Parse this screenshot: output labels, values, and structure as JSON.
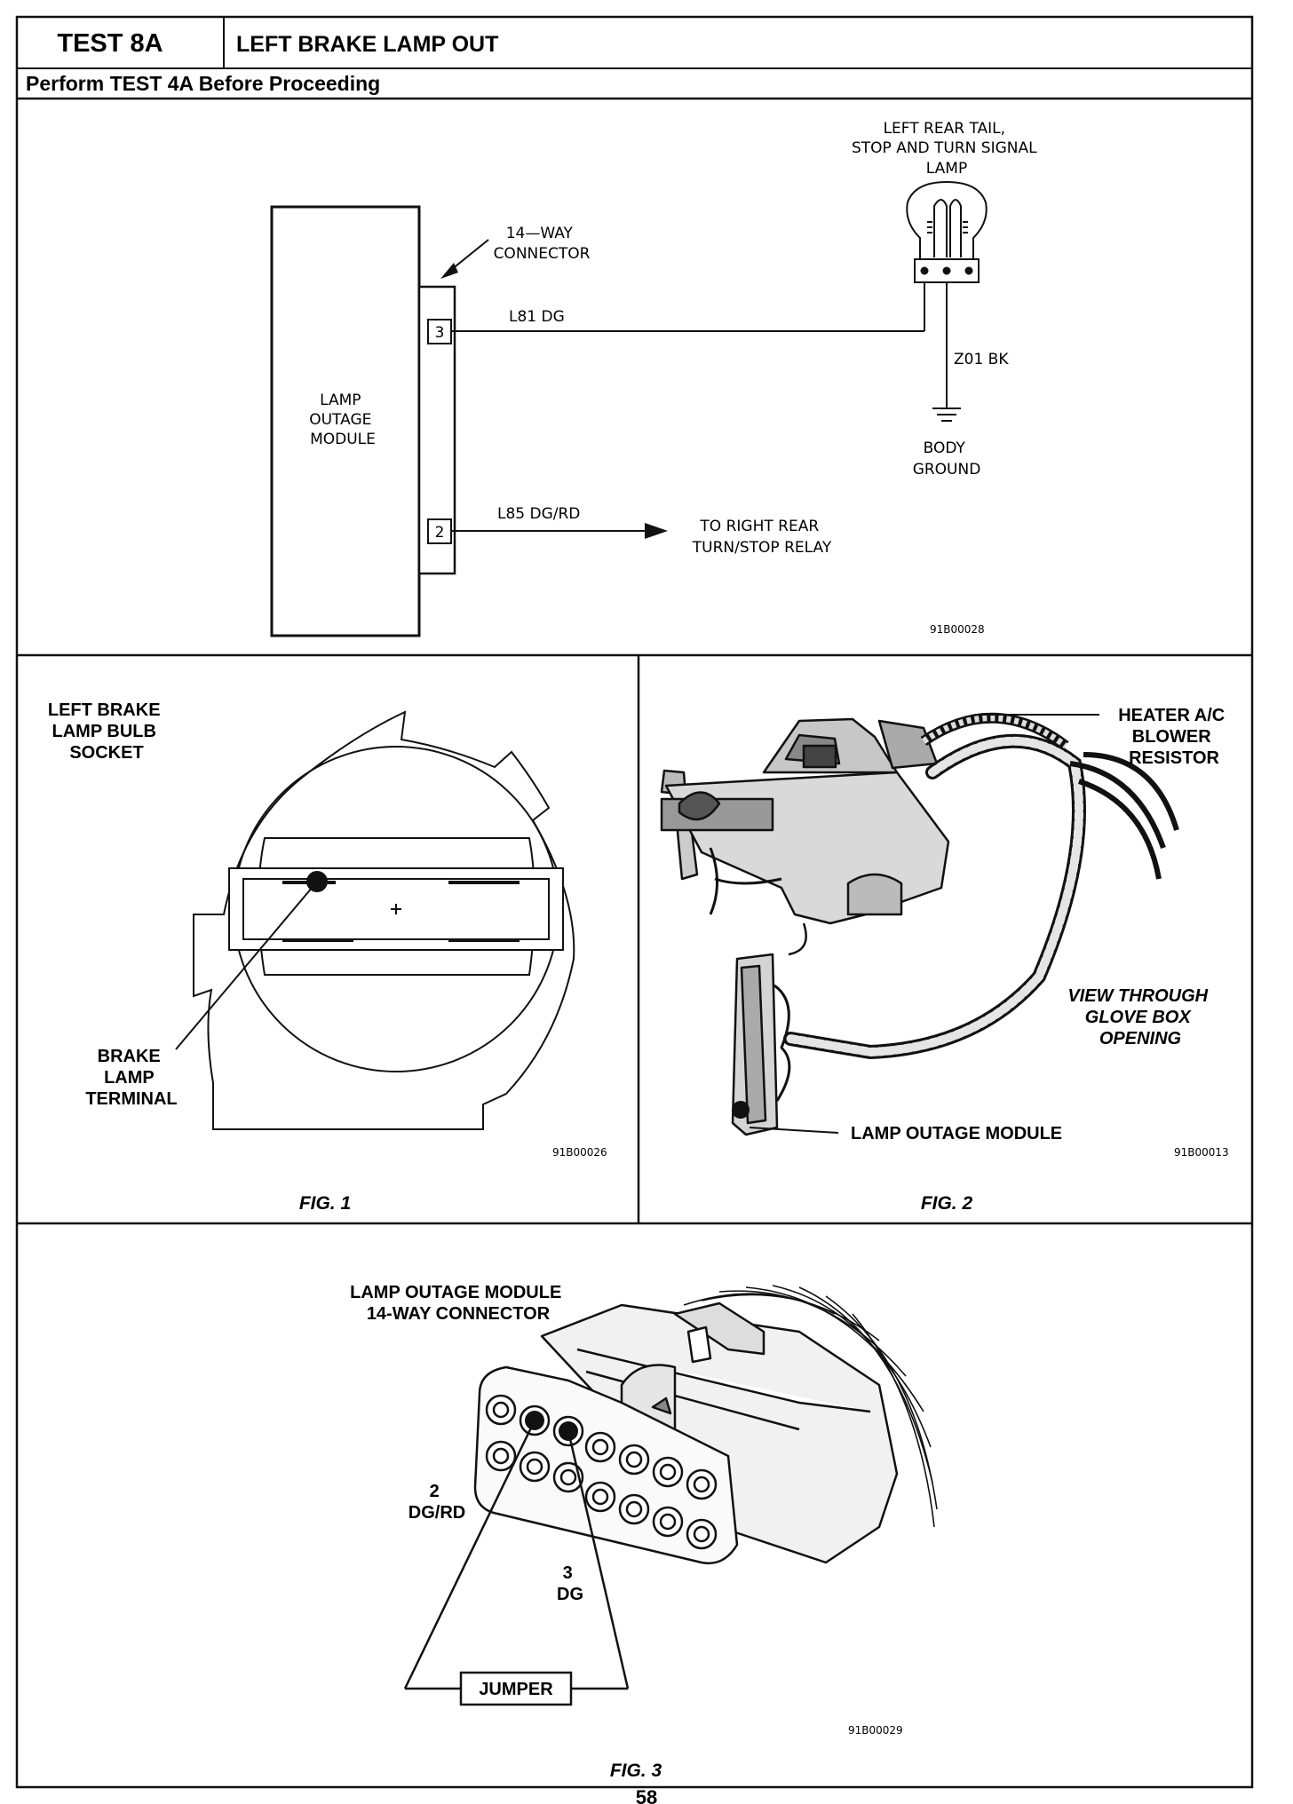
{
  "header": {
    "test_id": "TEST 8A",
    "title": "LEFT BRAKE LAMP OUT",
    "subtitle": "Perform TEST 4A Before Proceeding"
  },
  "schematic": {
    "module_label": [
      "LAMP",
      "OUTAGE",
      "MODULE"
    ],
    "connector_label": [
      "14—WAY",
      "CONNECTOR"
    ],
    "pin_3": "3",
    "pin_2": "2",
    "wire_l81": "L81 DG",
    "wire_l85": "L85 DG/RD",
    "wire_z01": "Z01 BK",
    "lamp_label": [
      "LEFT REAR TAIL,",
      "STOP AND TURN SIGNAL",
      "LAMP"
    ],
    "ground_label": [
      "BODY",
      "GROUND"
    ],
    "relay_label": [
      "TO RIGHT REAR",
      "TURN/STOP RELAY"
    ],
    "code": "91B00028"
  },
  "fig1": {
    "socket_label": [
      "LEFT BRAKE",
      "LAMP BULB",
      "SOCKET"
    ],
    "terminal_label": [
      "BRAKE",
      "LAMP",
      "TERMINAL"
    ],
    "code": "91B00026",
    "caption": "FIG. 1"
  },
  "fig2": {
    "resistor_label": [
      "HEATER A/C",
      "BLOWER",
      "RESISTOR"
    ],
    "view_label": [
      "VIEW THROUGH",
      "GLOVE BOX",
      "OPENING"
    ],
    "module_label": "LAMP OUTAGE MODULE",
    "code": "91B00013",
    "caption": "FIG. 2"
  },
  "fig3": {
    "title": [
      "LAMP OUTAGE MODULE",
      "14-WAY CONNECTOR"
    ],
    "pin2_label": [
      "2",
      "DG/RD"
    ],
    "pin3_label": [
      "3",
      "DG"
    ],
    "jumper_label": "JUMPER",
    "code": "91B00029",
    "caption": "FIG. 3"
  },
  "footer": {
    "page_number": "58"
  }
}
